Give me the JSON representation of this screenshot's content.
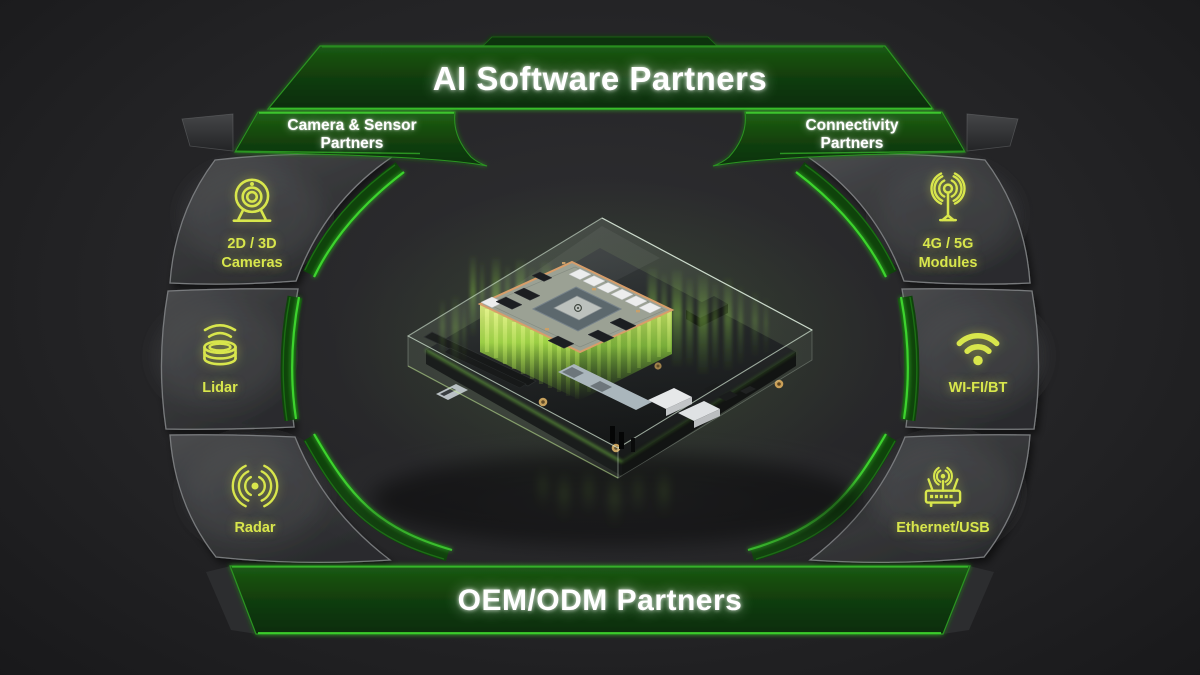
{
  "colors": {
    "accent_yellow_green": "#d8e64c",
    "banner_green_dark": "#123f0d",
    "banner_edge_green": "#35b629",
    "arc_green_bright": "#3ed32e",
    "panel_gray": "#3a3b3d",
    "background_dark": "#141416",
    "text_white": "#ffffff",
    "board_glow_green": "#9ade3f"
  },
  "top_banner": {
    "label": "AI Software Partners"
  },
  "bottom_banner": {
    "label": "OEM/ODM Partners"
  },
  "sensor_group": {
    "title_line1": "Camera & Sensor",
    "title_line2": "Partners",
    "items": [
      {
        "icon": "webcam-icon",
        "line1": "2D / 3D",
        "line2": "Cameras"
      },
      {
        "icon": "lidar-icon",
        "line1": "Lidar",
        "line2": ""
      },
      {
        "icon": "radar-icon",
        "line1": "Radar",
        "line2": ""
      }
    ]
  },
  "connectivity_group": {
    "title_line1": "Connectivity",
    "title_line2": "Partners",
    "items": [
      {
        "icon": "cellular-antenna-icon",
        "line1": "4G / 5G",
        "line2": "Modules"
      },
      {
        "icon": "wifi-icon",
        "line1": "WI-FI/BT",
        "line2": ""
      },
      {
        "icon": "router-icon",
        "line1": "Ethernet/USB",
        "line2": ""
      }
    ]
  },
  "center": {
    "subject_icon": "circuit-board-3d-render",
    "chip_logo_icon": "nvidia-eye-icon"
  }
}
